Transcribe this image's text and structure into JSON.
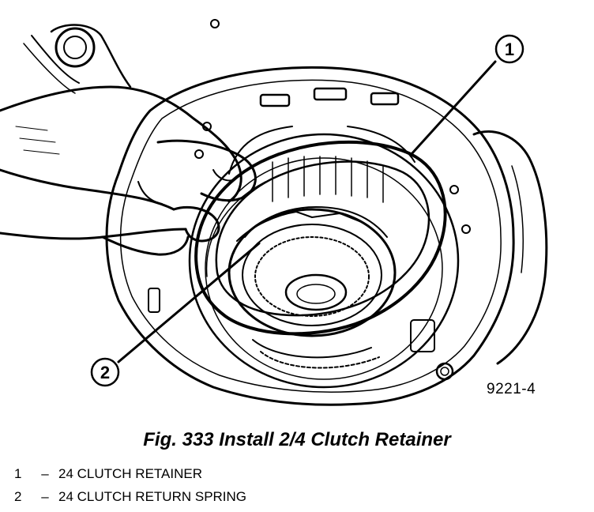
{
  "figure": {
    "callouts": [
      {
        "number": "1"
      },
      {
        "number": "2"
      }
    ],
    "figure_id": "9221-4"
  },
  "caption": "Fig. 333 Install 2/4 Clutch Retainer",
  "legend": [
    {
      "number": "1",
      "dash": "–",
      "label": "24 CLUTCH RETAINER"
    },
    {
      "number": "2",
      "dash": "–",
      "label": "24 CLUTCH RETURN SPRING"
    }
  ]
}
